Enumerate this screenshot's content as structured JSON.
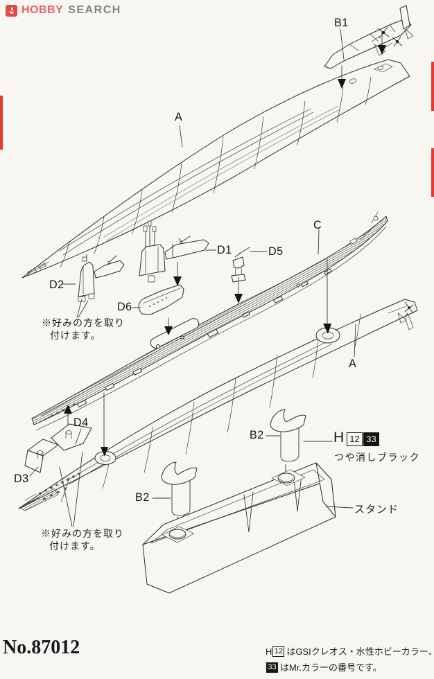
{
  "logo": {
    "brand_primary": "HOBBY",
    "brand_secondary": "SEARCH"
  },
  "parts": {
    "upper_hull": {
      "label": "A"
    },
    "lower_hull": {
      "label": "A"
    },
    "stern_assembly": {
      "label": "B1"
    },
    "support_rear": {
      "label": "B2"
    },
    "support_front": {
      "label": "B2"
    },
    "deck": {
      "label": "C"
    },
    "conning_tower_1": {
      "label": "D1"
    },
    "conning_tower_2": {
      "label": "D2"
    },
    "bow_plane_folded": {
      "label": "D3"
    },
    "bow_plane_open": {
      "label": "D4"
    },
    "deck_gun": {
      "label": "D5"
    },
    "tower_base": {
      "label": "D6"
    }
  },
  "notes": {
    "preference_line1": "※好みの方を取り",
    "preference_line2": "付けます。",
    "stand": "スタンド"
  },
  "paint": {
    "prefix": "H",
    "aqueous_code": "12",
    "mr_code": "33",
    "name": "つや消しブラック"
  },
  "footer": {
    "kit_number": "No.87012",
    "legend_prefix": "H",
    "legend_code1": "12",
    "legend_line1": "はGSIクレオス・水性ホビーカラー、",
    "legend_code2": "33",
    "legend_line2": "はMr.カラーの番号です。"
  },
  "colors": {
    "paper": "#f8f6f1",
    "ink": "#2a2a2a",
    "accent_red": "#e23b31",
    "logo_pink": "#e2646c",
    "logo_gray": "#828282"
  }
}
